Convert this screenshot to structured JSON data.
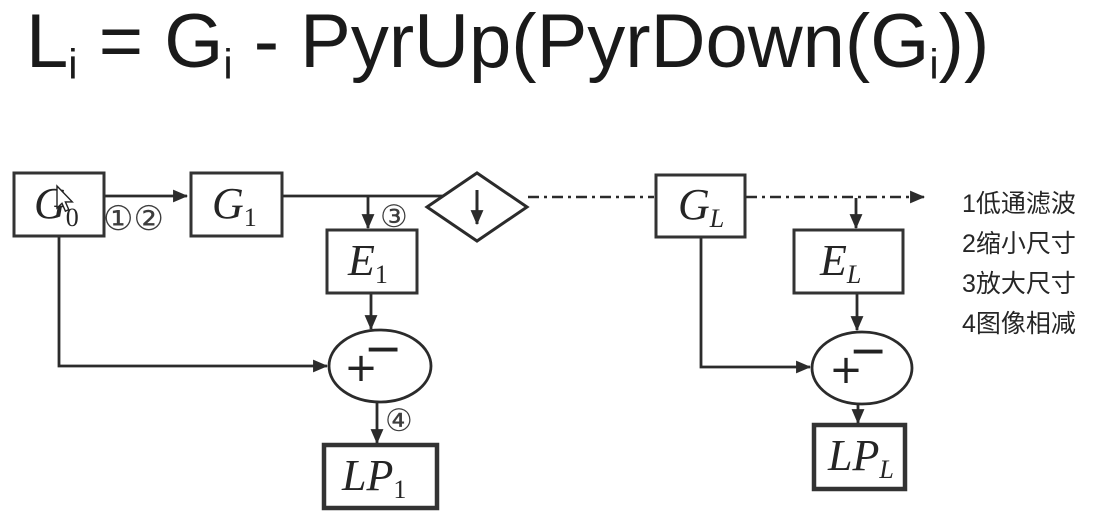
{
  "title": {
    "p0": "L",
    "s0": "i",
    "p1": " = G",
    "s1": "i",
    "p2": " - PyrUp(PyrDown(G",
    "s2": "i",
    "p3": "))"
  },
  "nodes": {
    "g0": {
      "label": "G",
      "sub": "0"
    },
    "g1": {
      "label": "G",
      "sub": "1"
    },
    "e1": {
      "label": "E",
      "sub": "1"
    },
    "lp1": {
      "label": "LP",
      "sub": "1"
    },
    "gl": {
      "label": "G",
      "sub": "L"
    },
    "el": {
      "label": "E",
      "sub": "L"
    },
    "lpl": {
      "label": "LP",
      "sub": "L"
    }
  },
  "operators": {
    "plus": "+",
    "minus": "−"
  },
  "step_markers": {
    "s12": "①②",
    "s3": "③",
    "s4": "④"
  },
  "legend": {
    "items": [
      "1低通滤波",
      "2缩小尺寸",
      "3放大尺寸",
      "4图像相减"
    ]
  },
  "colors": {
    "line": "#2b2b2b",
    "text": "#1a1a1a",
    "background": "#ffffff"
  }
}
